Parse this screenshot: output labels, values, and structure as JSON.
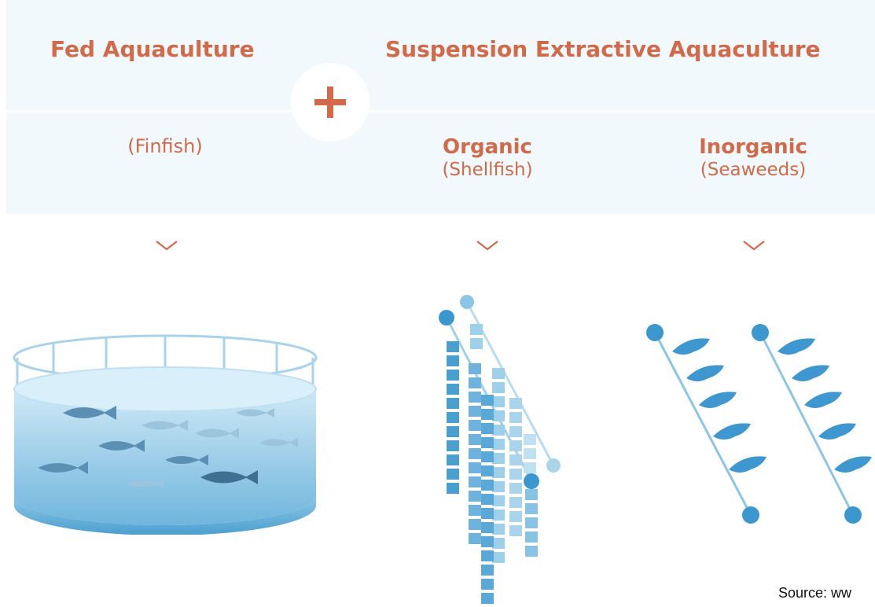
{
  "header": {
    "fed_title": "Fed Aquaculture",
    "extractive_title": "Suspension Extractive Aquaculture",
    "plus_symbol": "+"
  },
  "columns": [
    {
      "line1": "",
      "line2": "(Finfish)"
    },
    {
      "line1": "Organic",
      "line2": "(Shellfish)"
    },
    {
      "line1": "Inorganic",
      "line2": "(Seaweeds)"
    }
  ],
  "icons": {
    "chevron": "chevron-down-icon",
    "fish_tank": "fish-tank-icon",
    "shellfish": "shellfish-lines-icon",
    "seaweed": "seaweed-lines-icon"
  },
  "colors": {
    "accent": "#d26a49",
    "band": "#f1f9fc",
    "water_light": "#bfe3f4",
    "water_dark": "#4b9fcf",
    "line_blue": "#9fd0ea",
    "node_blue": "#3b98cf"
  },
  "source_text": "Source: ww"
}
